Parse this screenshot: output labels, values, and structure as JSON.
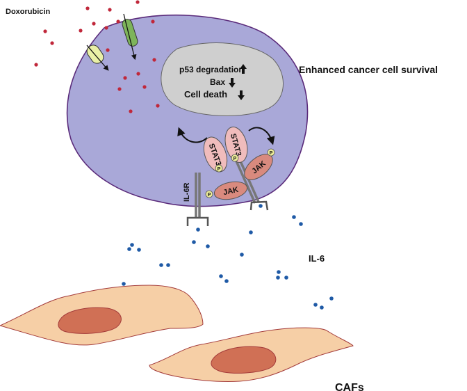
{
  "labels": {
    "doxorubicin": "Doxorubicin",
    "outcome": "Enhanced cancer cell survival",
    "il6": "IL-6",
    "il6r": "IL-6R",
    "cafs": "CAFs"
  },
  "nucleus_lines": [
    {
      "text": "p53 degradation",
      "arrow": "up"
    },
    {
      "text": "Bax",
      "arrow": "down"
    },
    {
      "text": "Cell death",
      "arrow": "down"
    }
  ],
  "proteins": {
    "stat3": "STAT3",
    "jak": "JAK",
    "phospho": "P"
  },
  "colors": {
    "cell_fill": "#a9a8d8",
    "cell_stroke": "#5a2a7a",
    "nucleus_fill": "#cfcfcf",
    "drug_dot": "#c0273a",
    "il6_dot": "#1f5aa6",
    "stat3_fill": "#f0bcbc",
    "jak_fill": "#d98a7e",
    "phospho_fill": "#eeee9a",
    "caf_fill": "#f6cfa6",
    "caf_stroke": "#a33a3a",
    "caf_nucleus": "#d07055",
    "receptor": "#777777",
    "transporter_green": "#7db45a",
    "transporter_yellow": "#e9f0a6"
  }
}
